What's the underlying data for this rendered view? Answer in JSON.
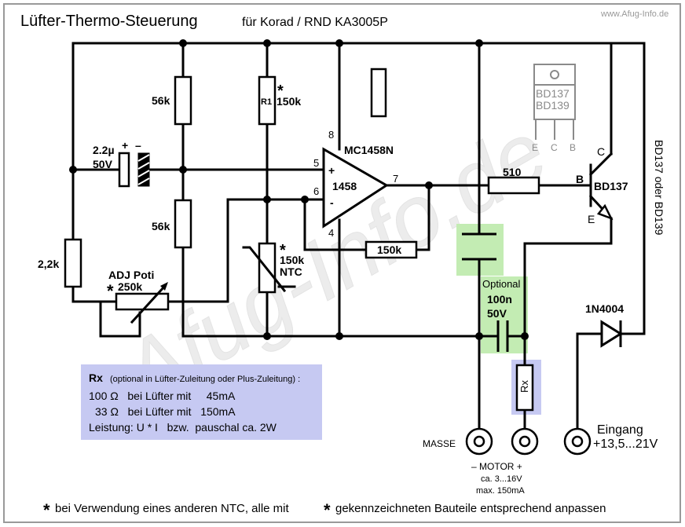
{
  "title": "Lüfter-Thermo-Steuerung",
  "subtitle": "für Korad / RND KA3005P",
  "watermark_url": "www.Afug-Info.de",
  "watermark_large": "Afug-Info.de",
  "components": {
    "r_top_left": "56k",
    "r_bottom_left": "56k",
    "r1_label": "R1",
    "r1_value": "150k",
    "r1_star": "*",
    "cap_value": "2.2µ",
    "cap_voltage": "50V",
    "cap_plus": "+",
    "cap_minus": "–",
    "r_22k": "2,2k",
    "poti_label": "ADJ  Poti",
    "poti_value": "250k",
    "poti_star": "*",
    "ntc_star": "*",
    "ntc_value": "150k",
    "ntc_label": "NTC",
    "opamp_name": "MC1458N",
    "opamp_inner": "1458",
    "opamp_plus": "+",
    "opamp_minus": "-",
    "pin_8": "8",
    "pin_5": "5",
    "pin_6": "6",
    "pin_4": "4",
    "pin_7": "7",
    "r_feedback": "150k",
    "r_510": "510",
    "transistor_type": "BD137",
    "pin_b": "B",
    "pin_c": "C",
    "pin_e": "E",
    "pkg_line1": "BD137",
    "pkg_line2": "BD139",
    "pkg_e": "E",
    "pkg_c": "C",
    "pkg_b": "B",
    "side_text": "BD137 oder BD139",
    "cap_optional": "Optional",
    "cap_opt_value": "100n",
    "cap_opt_voltage": "50V",
    "rx_label": "Rx",
    "diode": "1N4004",
    "masse": "MASSE",
    "motor": "– MOTOR +",
    "motor_spec1": "ca. 3...16V",
    "motor_spec2": "max. 150mA",
    "eingang": "Eingang",
    "eingang_voltage": "+13,5...21V"
  },
  "rx_box": {
    "title": "Rx",
    "note": "(optional in Lüfter-Zuleitung oder Plus-Zuleitung) :",
    "row1": "100 Ω   bei Lüfter mit     45mA",
    "row2": "33 Ω   bei Lüfter mit   150mA",
    "row3": "Leistung: U * I   bzw.  pauschal ca. 2W"
  },
  "footer": {
    "star1": "*",
    "part1": "bei Verwendung eines anderen NTC, alle mit",
    "star2": "*",
    "part2": "gekennzeichneten Bauteile entsprechend anpassen"
  },
  "colors": {
    "highlight_green": "#c3ecb3",
    "highlight_blue": "#c6c9f2",
    "border_gray": "#999999",
    "package_gray": "#8a8a8a",
    "watermark": "#ececec"
  }
}
